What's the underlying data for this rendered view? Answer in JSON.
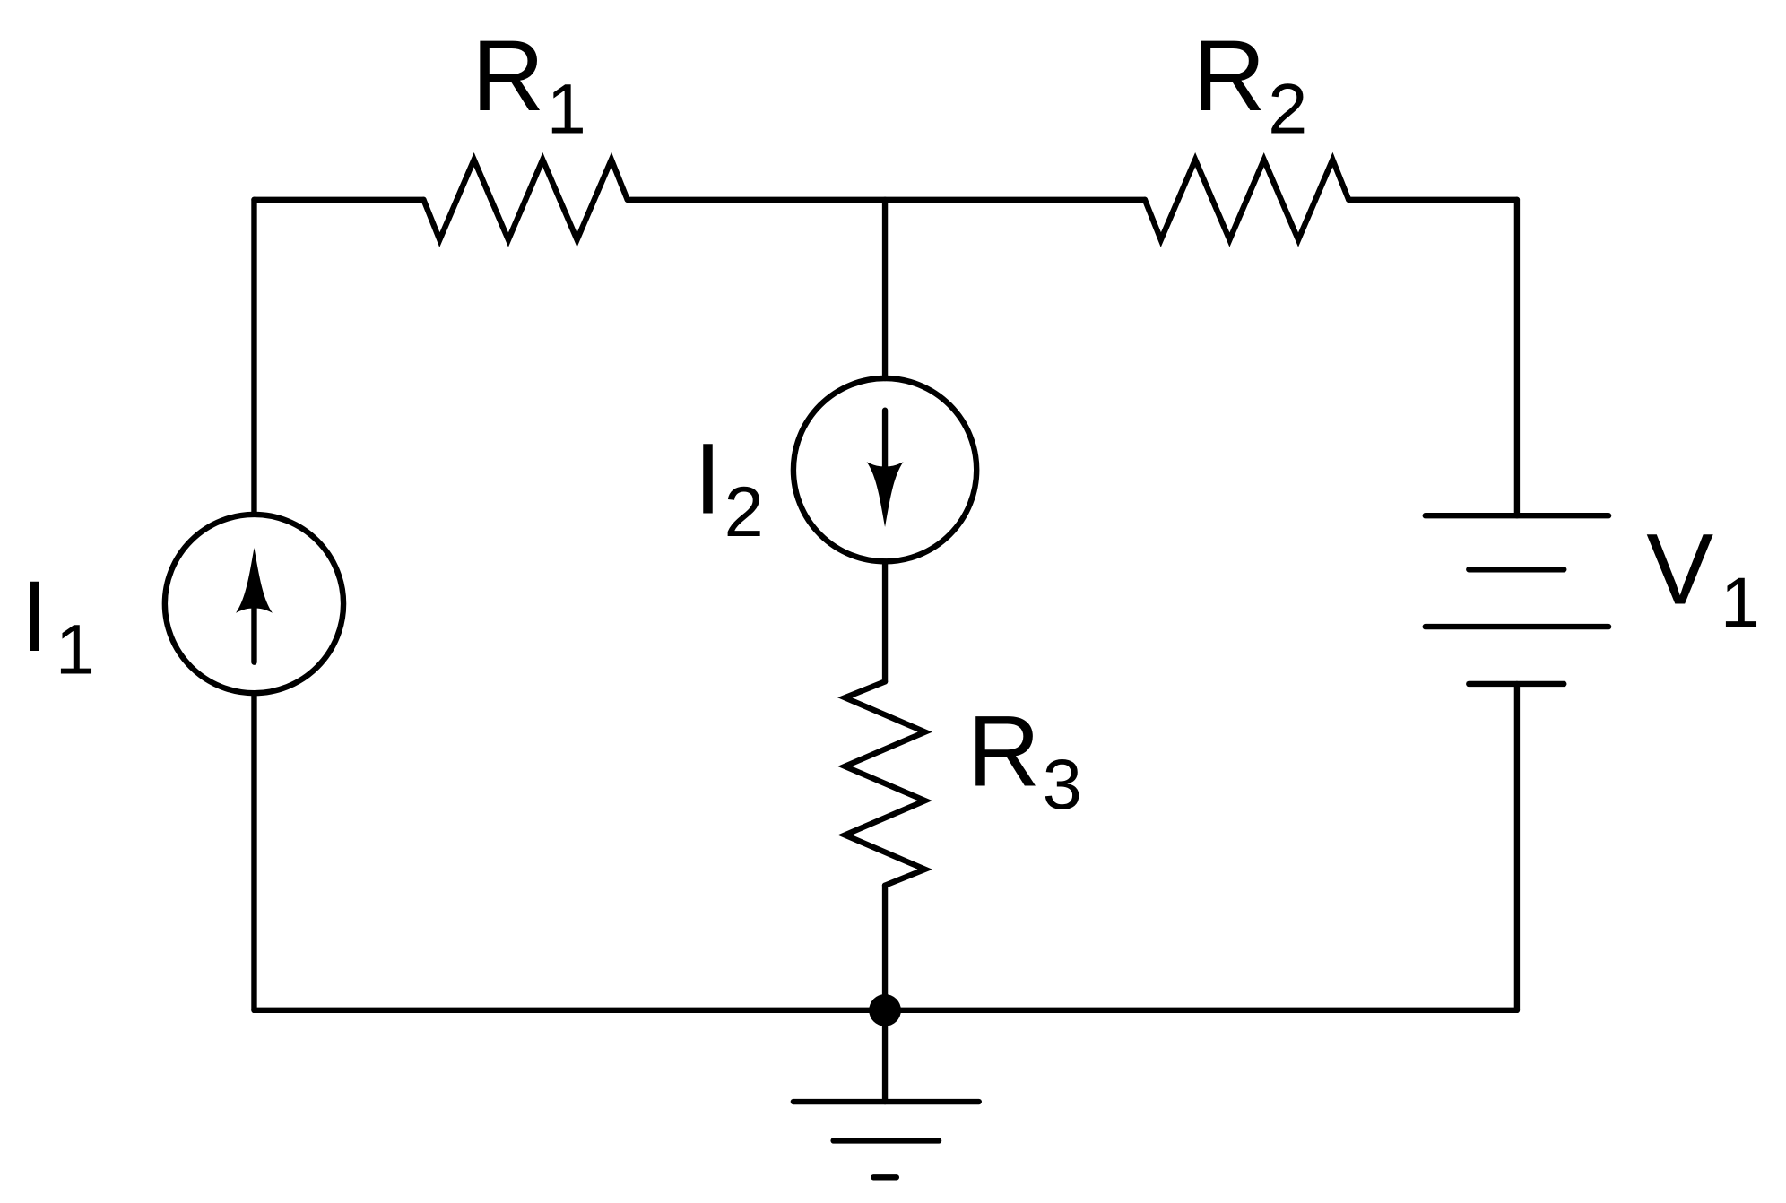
{
  "diagram": {
    "type": "circuit schematic",
    "components": {
      "R1": {
        "name": "R",
        "sub": "1"
      },
      "R2": {
        "name": "R",
        "sub": "2"
      },
      "R3": {
        "name": "R",
        "sub": "3"
      },
      "I1": {
        "name": "I",
        "sub": "1"
      },
      "I2": {
        "name": "I",
        "sub": "2"
      },
      "V1": {
        "name": "V",
        "sub": "1"
      }
    },
    "colors": {
      "stroke": "#000000",
      "background": "#ffffff"
    }
  }
}
